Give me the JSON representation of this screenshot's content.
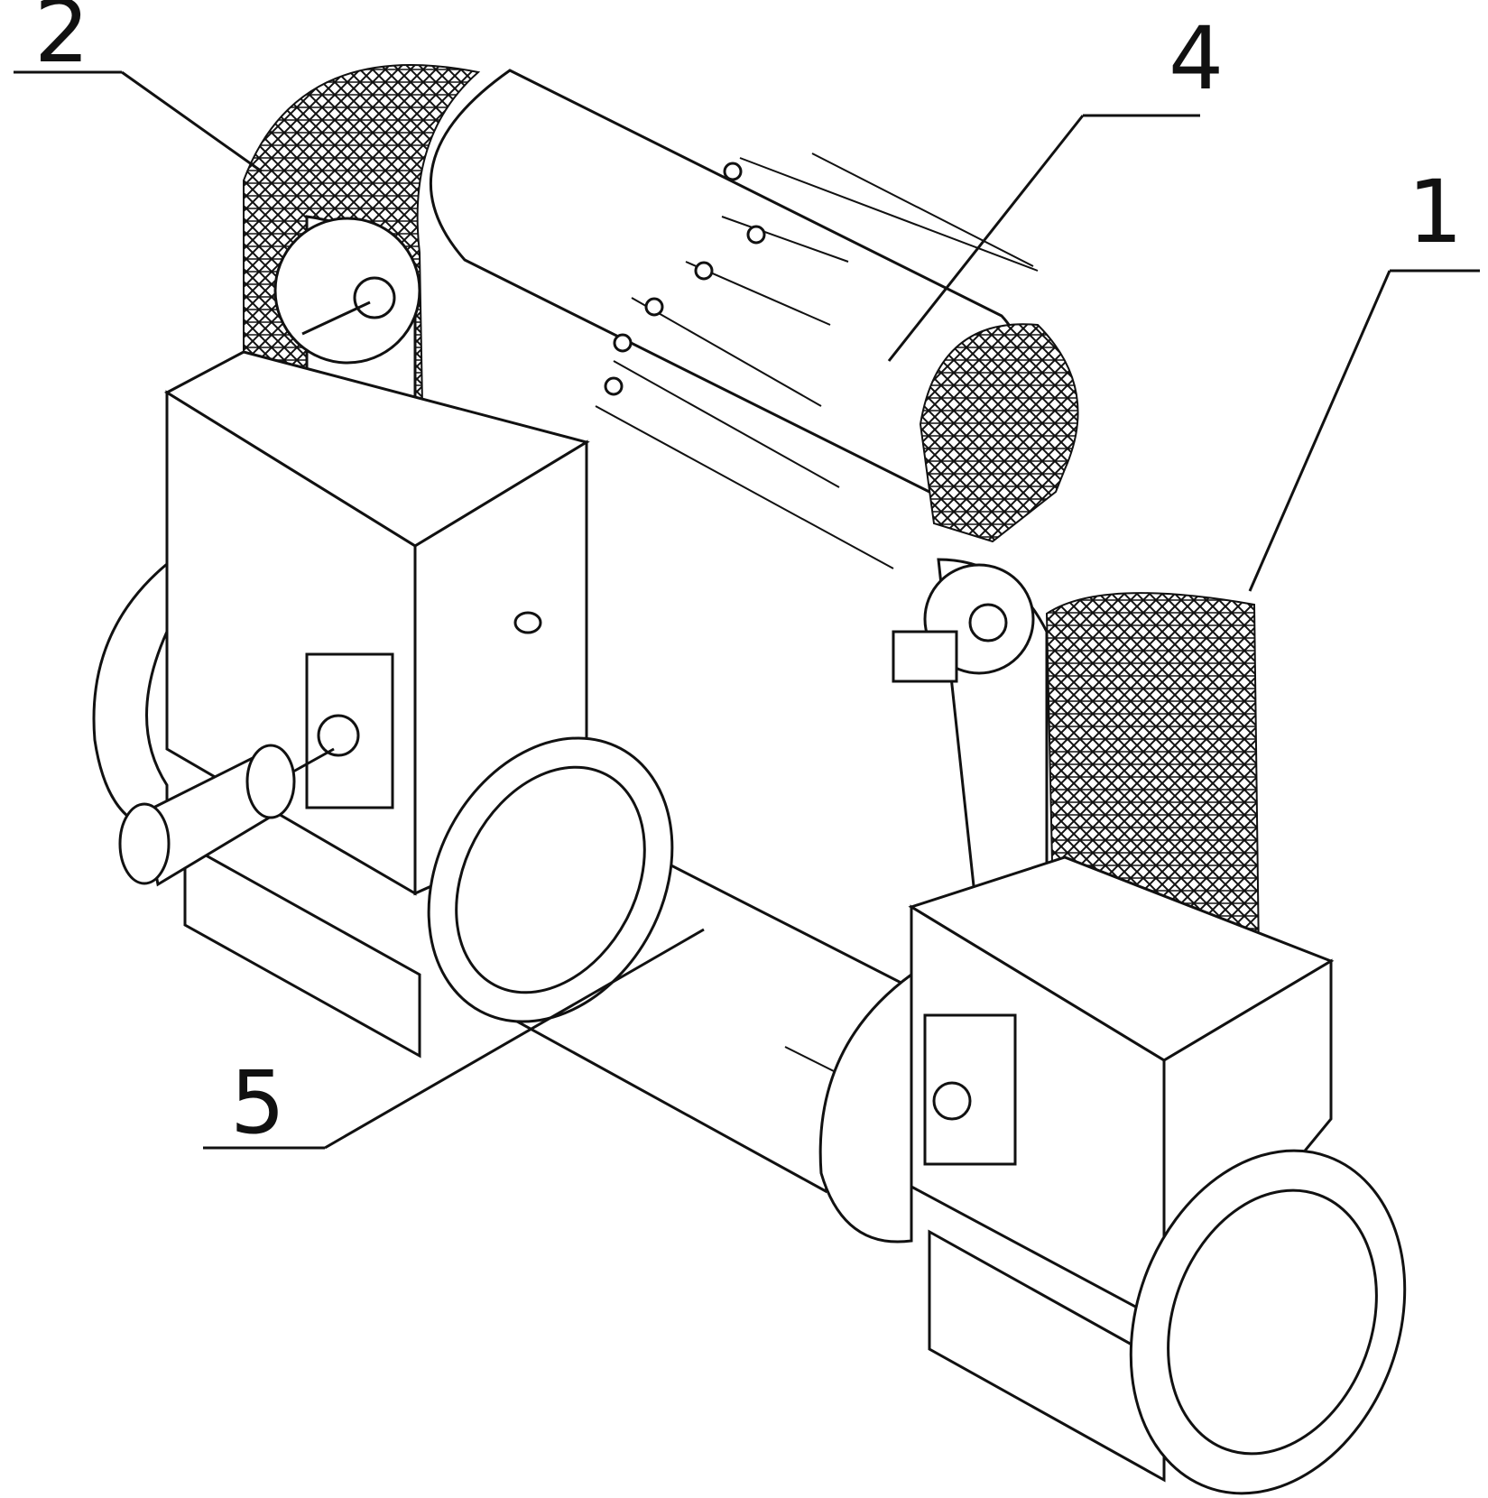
{
  "labels": [
    {
      "id": "1",
      "text": "1"
    },
    {
      "id": "2",
      "text": "2"
    },
    {
      "id": "4",
      "text": "4"
    },
    {
      "id": "5",
      "text": "5"
    }
  ],
  "colors": {
    "line": "#111111",
    "background": "#ffffff"
  }
}
